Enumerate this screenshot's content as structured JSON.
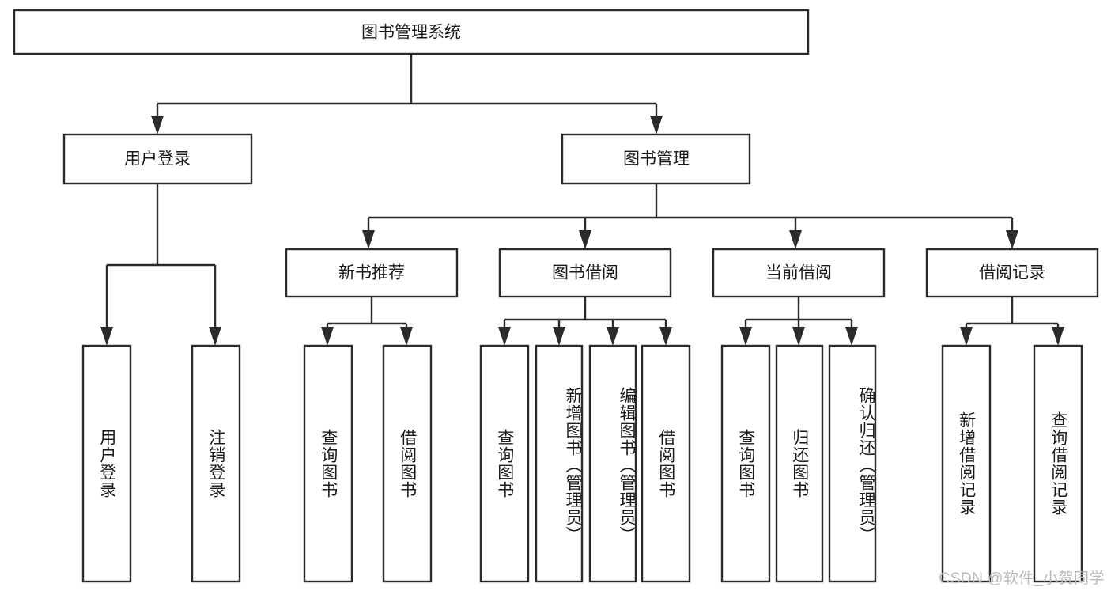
{
  "diagram": {
    "title": "图书管理系统",
    "watermark": "CSDN @软件_小贺同学",
    "colors": {
      "stroke": "#2b2b2b",
      "fill": "#ffffff",
      "text": "#1b1b1b",
      "watermark": "#b9b9b9"
    },
    "root": {
      "label": "图书管理系统"
    },
    "level2": [
      {
        "label": "用户登录"
      },
      {
        "label": "图书管理"
      }
    ],
    "level3": [
      {
        "label": "新书推荐"
      },
      {
        "label": "图书借阅"
      },
      {
        "label": "当前借阅"
      },
      {
        "label": "借阅记录"
      }
    ],
    "leaves": {
      "user_login": [
        {
          "label": "用户登录"
        },
        {
          "label": "注销登录"
        }
      ],
      "new_book_recommend": [
        {
          "label": "查询图书"
        },
        {
          "label": "借阅图书"
        }
      ],
      "book_borrow": [
        {
          "label": "查询图书"
        },
        {
          "label": "新增图书（管理员）"
        },
        {
          "label": "编辑图书（管理员）"
        },
        {
          "label": "借阅图书"
        }
      ],
      "current_borrow": [
        {
          "label": "查询图书"
        },
        {
          "label": "归还图书"
        },
        {
          "label": "确认归还（管理员）"
        }
      ],
      "borrow_record": [
        {
          "label": "新增借阅记录"
        },
        {
          "label": "查询借阅记录"
        }
      ]
    }
  }
}
